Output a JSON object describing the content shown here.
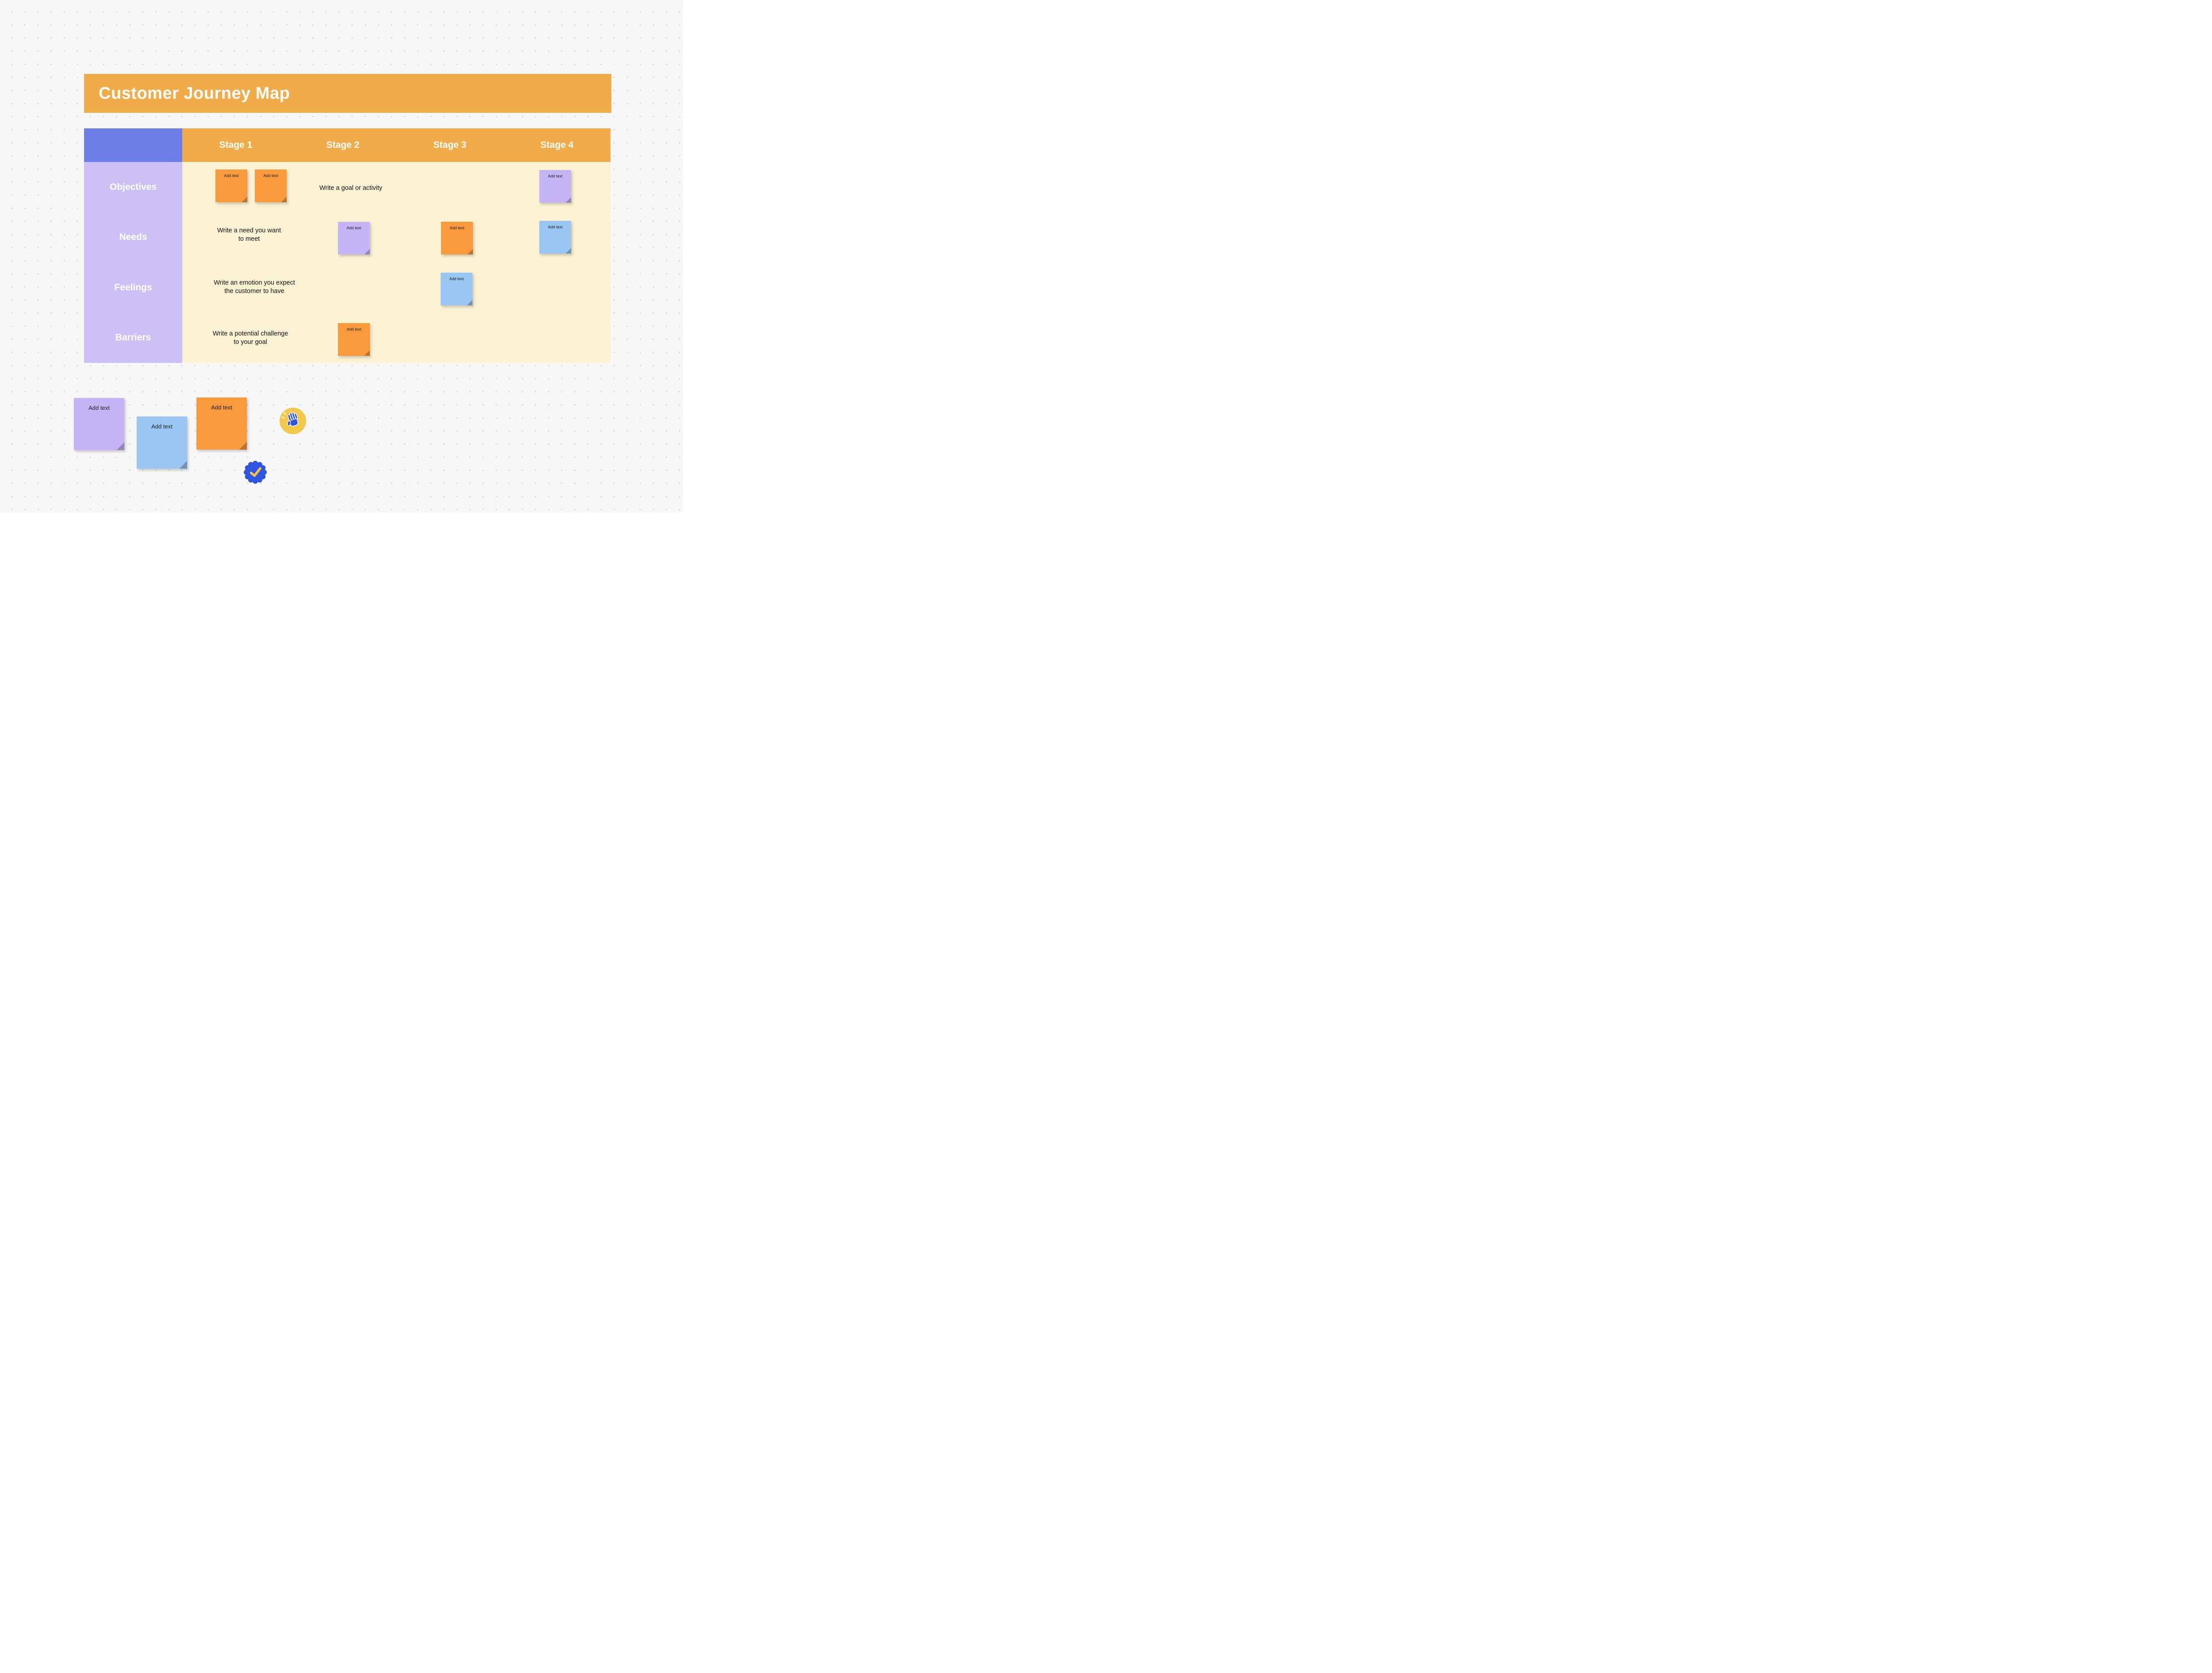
{
  "title": "Customer Journey Map",
  "table": {
    "stages": [
      "Stage 1",
      "Stage 2",
      "Stage 3",
      "Stage 4"
    ],
    "rows": [
      "Objectives",
      "Needs",
      "Feelings",
      "Barriers"
    ],
    "hints": {
      "objectives_stage2": "Write a goal or activity",
      "needs_stage1": "Write a need you want\nto meet",
      "feelings_stage1": "Write an emotion you expect\nthe customer to have",
      "barriers_stage1": "Write a potential challenge\nto your goal"
    }
  },
  "sticky_note_label": "Add text",
  "icons": {
    "high_five": "high-five-sticker",
    "check_badge": "checkmark-badge-sticker"
  },
  "colors": {
    "header-orange": "#EFAC49",
    "corner-blue": "#6D7EE8",
    "row-label-purple": "#CCC0F4",
    "table-body-cream": "#FBF2D4",
    "sticky-orange": "#F99B3D",
    "sticky-purple": "#C5B4F6",
    "sticky-blue": "#9AC6F3",
    "sticker-yellow": "#F2C84B",
    "sticker-blue": "#2F54E0"
  }
}
